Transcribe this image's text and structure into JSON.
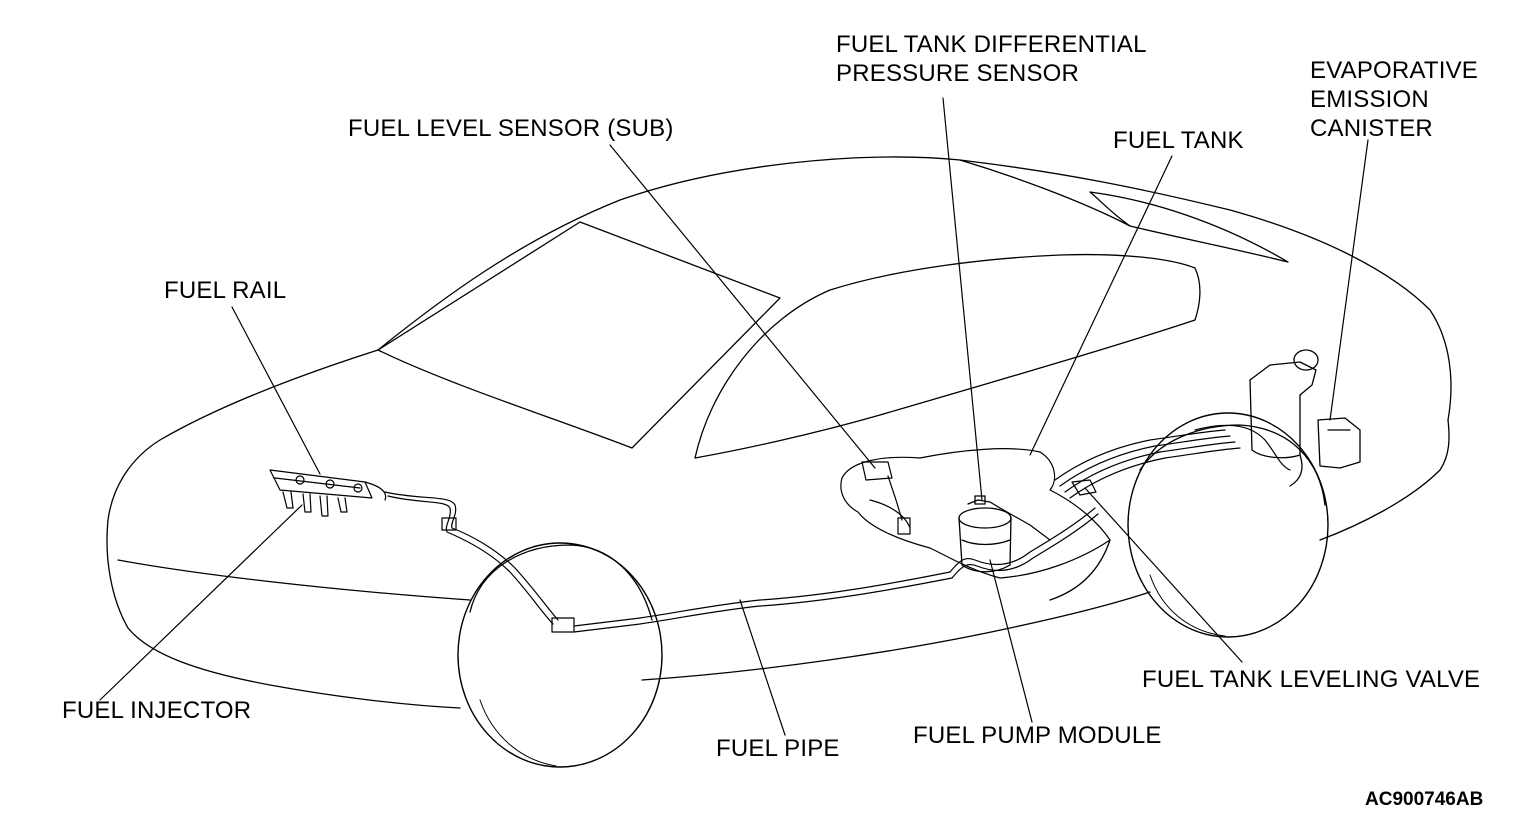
{
  "labels": {
    "fuel_tank_differential_pressure_sensor": [
      "FUEL TANK DIFFERENTIAL",
      "PRESSURE SENSOR"
    ],
    "evaporative_emission_canister": [
      "EVAPORATIVE",
      "EMISSION",
      "CANISTER"
    ],
    "fuel_level_sensor_sub": "FUEL LEVEL SENSOR (SUB)",
    "fuel_tank": "FUEL TANK",
    "fuel_rail": "FUEL RAIL",
    "fuel_injector": "FUEL INJECTOR",
    "fuel_pipe": "FUEL PIPE",
    "fuel_pump_module": "FUEL PUMP MODULE",
    "fuel_tank_leveling_valve": "FUEL TANK LEVELING VALVE"
  },
  "figure_code": "AC900746AB",
  "colors": {
    "ink": "#000000",
    "background": "#ffffff"
  }
}
